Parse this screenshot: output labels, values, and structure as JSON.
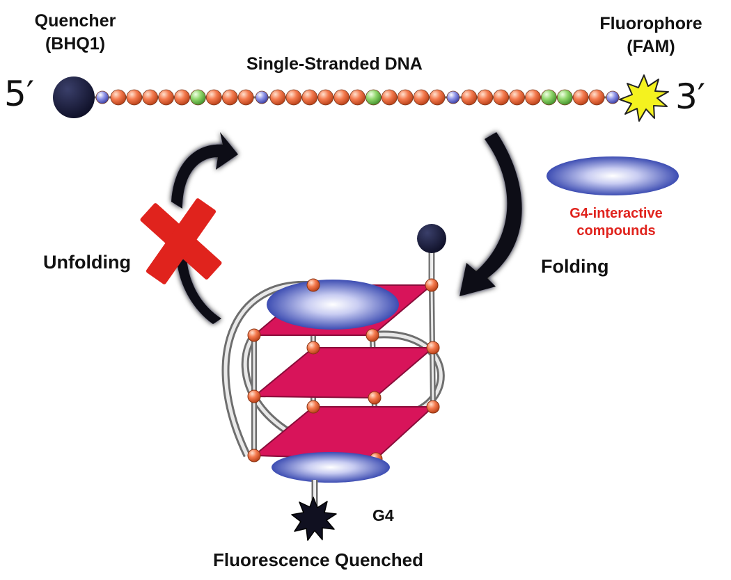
{
  "labels": {
    "quencher": "Quencher",
    "quencher_name": "(BHQ1)",
    "fluorophore": "Fluorophore",
    "fluorophore_name": "(FAM)",
    "strand": "Single-Stranded DNA",
    "five_prime": "5′",
    "three_prime": "3′",
    "unfolding": "Unfolding",
    "folding": "Folding",
    "compounds_line1": "G4-interactive",
    "compounds_line2": "compounds",
    "g4": "G4",
    "quenched": "Fluorescence Quenched"
  },
  "strand": {
    "beads": [
      "b",
      "o",
      "o",
      "o",
      "o",
      "o",
      "g",
      "o",
      "o",
      "o",
      "b",
      "o",
      "o",
      "o",
      "o",
      "o",
      "o",
      "g",
      "o",
      "o",
      "o",
      "o",
      "b",
      "o",
      "o",
      "o",
      "o",
      "o",
      "g",
      "g",
      "o",
      "o",
      "b"
    ]
  },
  "colors": {
    "orange_base": "#f47a4e",
    "green_base": "#8fd66a",
    "blue_base": "#8f94e8",
    "quencher": "#14163a",
    "fluorophore": "#f4f21f",
    "tetrad_plane": "#d8145a",
    "compound": "#2e3fb0",
    "inhibit_cross": "#e0231d",
    "compound_label": "#e0231d"
  }
}
